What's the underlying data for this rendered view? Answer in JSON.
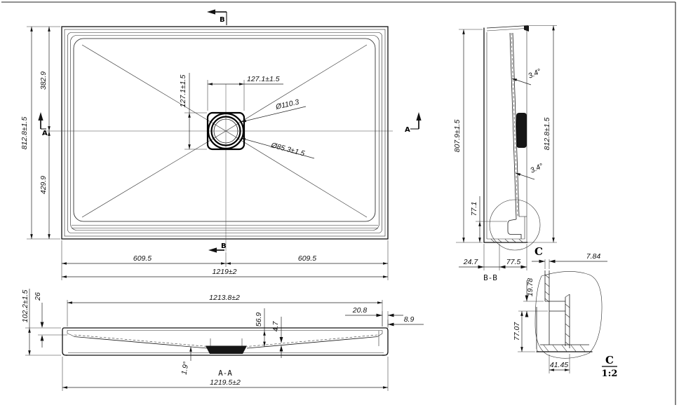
{
  "plan": {
    "marker_a": "A",
    "marker_b": "B",
    "dim_top_segment": "382.9",
    "dim_height": "812.8±1.5",
    "dim_bottom_segment": "429.9",
    "drain_width": "127.1±1.5",
    "drain_height": "127.1±1.5",
    "drain_outer_dia": "Ø110.3",
    "drain_inner_dia": "Ø85.3±1.5",
    "dim_half_left": "609.5",
    "dim_half_right": "609.5",
    "dim_width": "1219±2"
  },
  "section_bb": {
    "label": "B-B",
    "dim_inner_height": "807.9±1.5",
    "dim_outer_height": "812.8±1.5",
    "angle_upper": "3.4°",
    "angle_lower": "3.4°",
    "dim_foot_height": "77.1",
    "dim_foot_back": "24.7",
    "dim_foot_front": "77.5",
    "detail_mark": "C"
  },
  "section_aa": {
    "label": "A-A",
    "dim_total_height": "102.2±1.5",
    "dim_rim_height": "26",
    "dim_top_width": "1213.8±2",
    "dim_bottom_width": "1219.5±2",
    "dim_center_depth": "56.9",
    "dim_floor_thickness": "4.7",
    "dim_edge_width": "20.8",
    "dim_edge_lip": "8.9",
    "angle_slope": "1.9°"
  },
  "detail_c": {
    "label": "C",
    "scale": "1:2",
    "dim_wall": "7.84",
    "dim_step_upper": "19.78",
    "dim_step_lower": "77.07",
    "dim_foot_width": "41.45"
  }
}
